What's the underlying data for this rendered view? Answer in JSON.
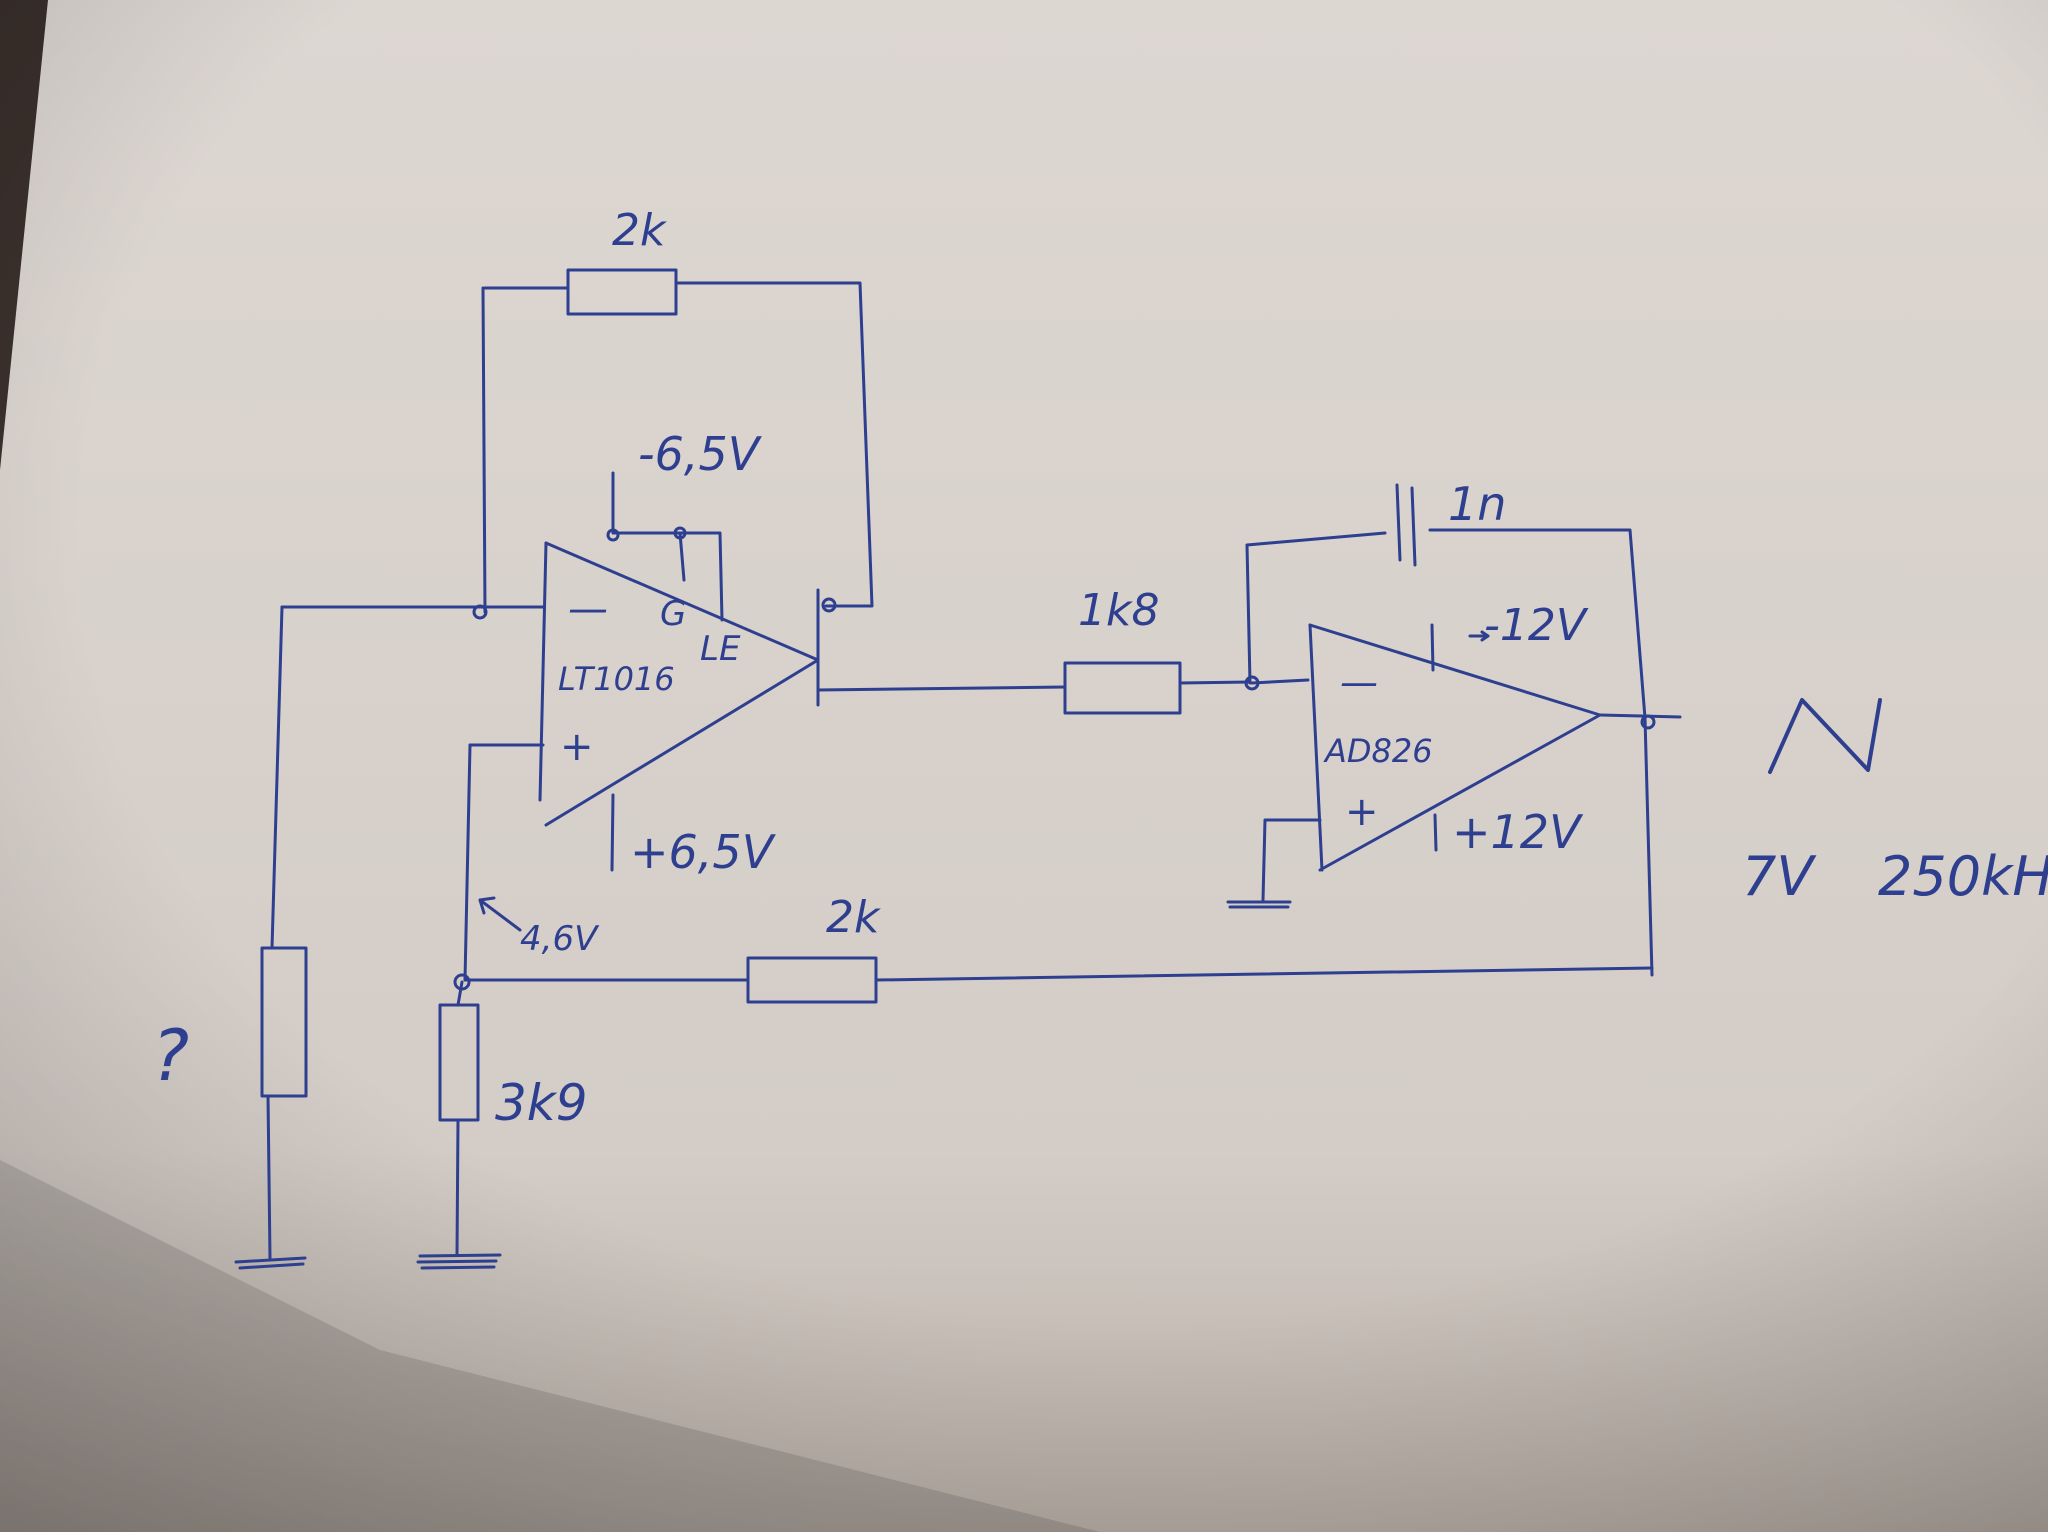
{
  "schematic": {
    "feedback_resistor_top": "2k",
    "comparator_neg_supply": "-6,5V",
    "comparator_pin_g": "G",
    "comparator_pin_le": "LE",
    "comparator_part": "LT1016",
    "comparator_pos_supply": "+6,5V",
    "comparator_minus": "—",
    "comparator_plus": "+",
    "series_resistor": "1k8",
    "integrator_cap": "1n",
    "integrator_neg_supply": "-12V",
    "integrator_part": "AD826",
    "integrator_pos_supply": "+12V",
    "integrator_minus": "—",
    "integrator_plus": "+",
    "threshold_voltage": "4,6V",
    "feedback_resistor_bottom": "2k",
    "ground_resistor": "3k9",
    "unknown_resistor": "?",
    "output_waveform_symbol": "N",
    "output_amplitude": "7V",
    "output_frequency": "250kH"
  },
  "colors": {
    "paper": "#d9d2cc",
    "ink": "#2e3f8f",
    "shadow": "#3a302c"
  }
}
